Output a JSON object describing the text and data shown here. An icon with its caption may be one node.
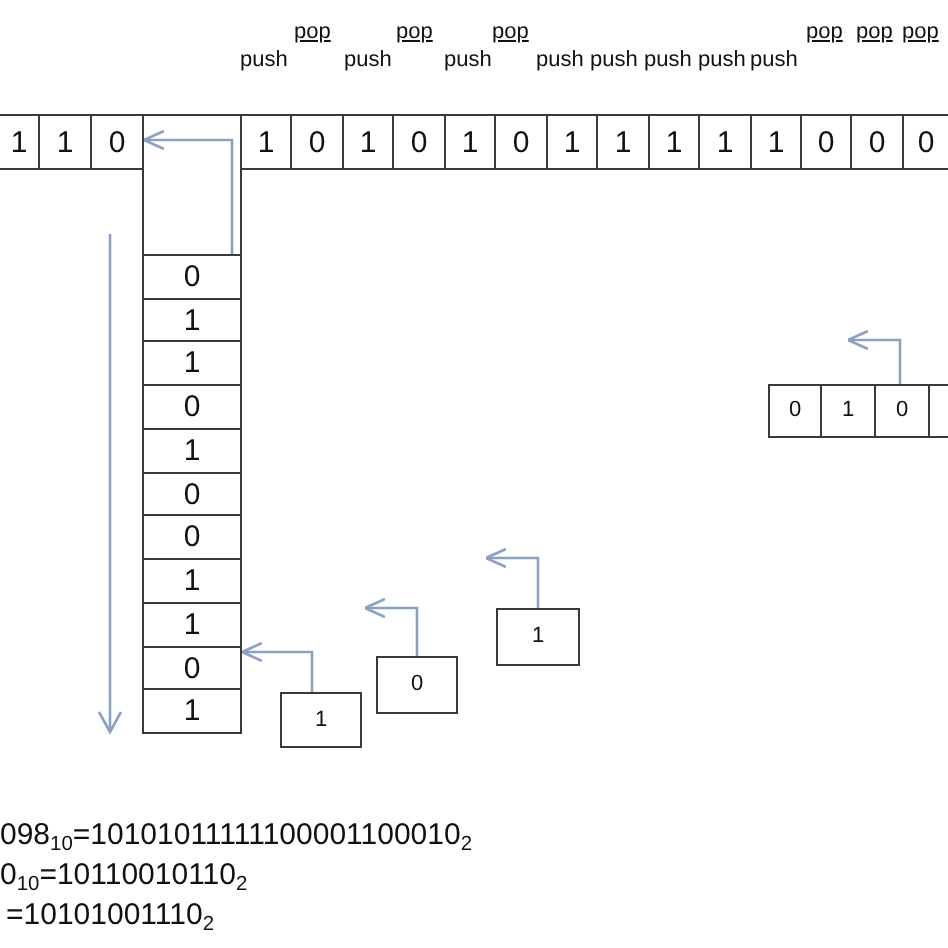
{
  "diagram": {
    "nodes": [
      {
        "text": [
          "1"
        ]
      },
      {
        "text": [
          "1"
        ]
      },
      {
        "text": [
          "0"
        ]
      },
      {
        "text": [],
        "shape": "box"
      },
      {
        "text": [
          "1"
        ]
      },
      {
        "text": [
          "0"
        ]
      },
      {
        "text": [
          "1"
        ]
      },
      {
        "text": [
          "0"
        ]
      },
      {
        "text": [
          "1"
        ]
      },
      {
        "text": [
          "0"
        ]
      },
      {
        "text": [
          "1"
        ]
      },
      {
        "text": [
          "1"
        ]
      },
      {
        "text": [
          "1"
        ]
      },
      {
        "text": [
          "1"
        ]
      },
      {
        "text": [
          "1"
        ]
      },
      {
        "text": [
          "0"
        ]
      },
      {
        "text": [
          "0"
        ]
      },
      {
        "text": [
          "0"
        ]
      },
      {
        "text": [
          "0"
        ],
        "in": 3
      },
      {
        "text": [
          "1"
        ],
        "in": 3
      },
      {
        "text": [
          "1"
        ],
        "in": 3
      },
      {
        "text": [
          "0"
        ],
        "in": 3
      },
      {
        "text": [
          "1"
        ],
        "in": 3
      },
      {
        "text": [
          "0"
        ],
        "in": 3
      },
      {
        "text": [
          "0"
        ],
        "in": 3
      },
      {
        "text": [
          "1"
        ],
        "in": 3
      },
      {
        "text": [
          "1"
        ],
        "in": 3
      },
      {
        "text": [
          "0"
        ],
        "in": 3
      },
      {
        "text": [
          "1"
        ],
        "in": 3
      },
      {
        "text": [
          "0"
        ]
      },
      {
        "text": [
          "1"
        ]
      },
      {
        "text": [
          "0"
        ]
      },
      {
        "text": [],
        "shape": "box"
      },
      {
        "text": [
          "1"
        ]
      },
      {
        "text": [
          "0"
        ]
      },
      {
        "text": [
          "1"
        ]
      }
    ],
    "edges": [
      {
        "from": 18,
        "to": 2,
        "arrow": "to"
      },
      {
        "from": 33,
        "to": 27,
        "arrow": "to"
      },
      {
        "from": 34,
        "to": null,
        "arrow": "to"
      },
      {
        "from": 35,
        "to": null,
        "arrow": "to"
      },
      {
        "from": 31,
        "to": 30,
        "arrow": "to"
      }
    ],
    "labels": [
      "pop",
      "pop",
      "pop",
      "pop",
      "pop",
      "pop",
      "push",
      "push",
      "push",
      "push",
      "push",
      "push",
      "push",
      "push",
      "098$_{10}$=10101011111100001100010$_{2}$",
      "0$_{10}$=10110010110$_{2}$",
      "=10101001110$_{2}$"
    ]
  }
}
